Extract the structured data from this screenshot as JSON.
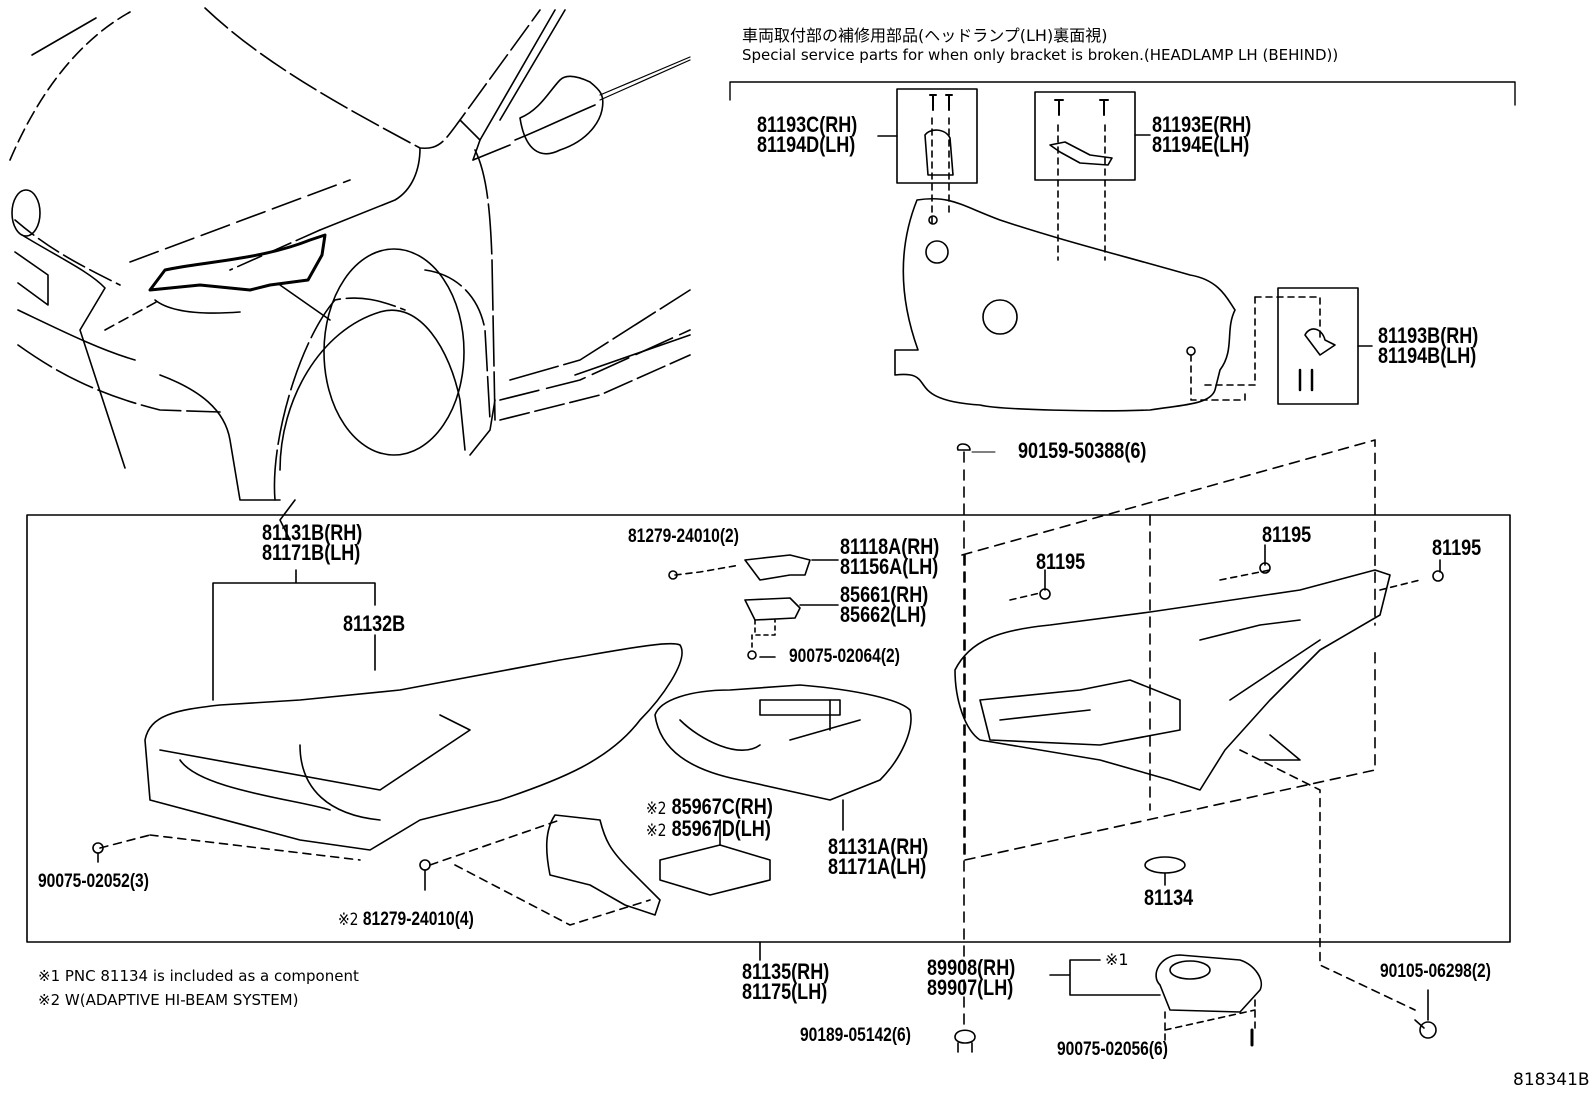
{
  "header": {
    "title_jp": "車両取付部の補修用部品(ヘッドランプ(LH)裏面視)",
    "title_en": "Special service parts for when only bracket is broken.(HEADLAMP LH (BEHIND))"
  },
  "bracket_parts": [
    {
      "rh": "81193C(RH)",
      "lh": "81194D(LH)"
    },
    {
      "rh": "81193E(RH)",
      "lh": "81194E(LH)"
    },
    {
      "rh": "81193B(RH)",
      "lh": "81194B(LH)"
    }
  ],
  "parts": {
    "screw_top": "90159-50388(6)",
    "lens_assy": {
      "rh": "81131B(RH)",
      "lh": "81171B(LH)"
    },
    "lens": "81132B",
    "screw_2": "81279-24010(2)",
    "bracket_118": {
      "rh": "81118A(RH)",
      "lh": "81156A(LH)"
    },
    "actuator": {
      "rh": "85661(RH)",
      "lh": "85662(LH)"
    },
    "screw_064": "90075-02064(2)",
    "unit_assy": {
      "rh": "81131A(RH)",
      "lh": "81171A(LH)"
    },
    "computer": {
      "mark": "※2",
      "rh": "85967C(RH)",
      "lh": "85967D(LH)"
    },
    "screw_052": "90075-02052(3)",
    "screw_4": {
      "mark": "※2",
      "label": "81279-24010(4)"
    },
    "housing_bracket_1": "81195",
    "housing_bracket_2": "81195",
    "housing_bracket_3": "81195",
    "gasket": "81134",
    "headlamp_assy": {
      "rh": "81135(RH)",
      "lh": "81175(LH)"
    },
    "ballast": {
      "rh": "89908(RH)",
      "lh": "89907(LH)",
      "mark": "※1"
    },
    "clip_142": "90189-05142(6)",
    "screw_056": "90075-02056(6)",
    "bolt_298": "90105-06298(2)"
  },
  "notes": [
    "※1 PNC 81134 is included as a component",
    "※2 W(ADAPTIVE HI-BEAM SYSTEM)"
  ],
  "diagram_ref": "818341B"
}
